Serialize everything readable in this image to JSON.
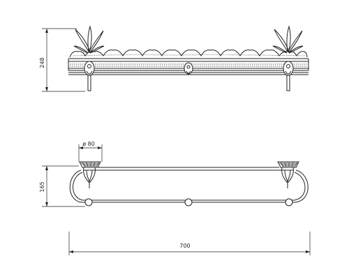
{
  "drawing": {
    "top_view_height_label": "248",
    "side_view_height_label": "165",
    "bracket_diameter_label": "ø 80",
    "overall_width_label": "700"
  }
}
